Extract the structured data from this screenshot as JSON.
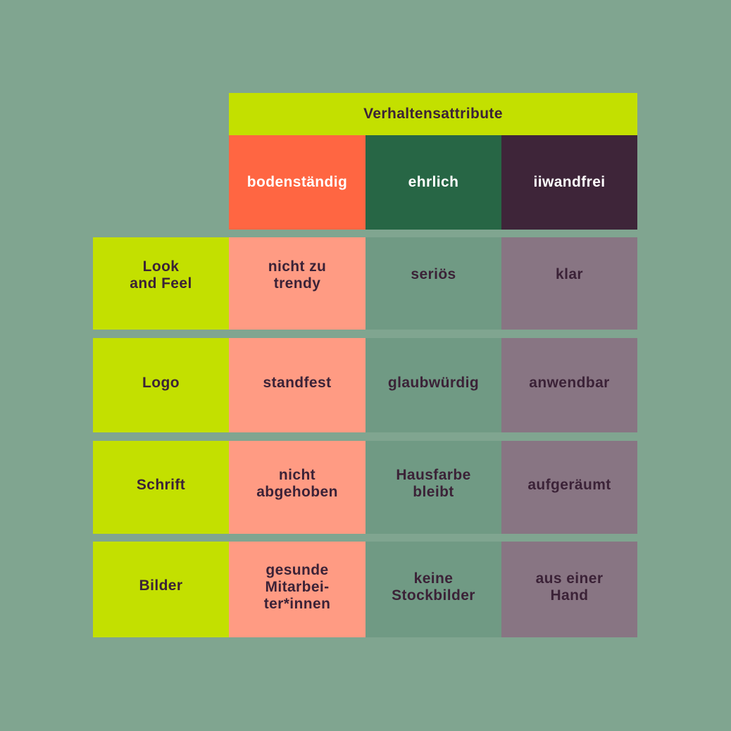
{
  "header": {
    "title": "Verhaltensattribute"
  },
  "columns": [
    {
      "label": "bodenständig",
      "color": "#ff6642"
    },
    {
      "label": "ehrlich",
      "color": "#276645"
    },
    {
      "label": "iiwandfrei",
      "color": "#3e2539"
    }
  ],
  "rows": [
    {
      "label": "Look\nand Feel",
      "cells": [
        "nicht zu\ntrendy",
        "seriös",
        "klar"
      ]
    },
    {
      "label": "Logo",
      "cells": [
        "standfest",
        "glaubwürdig",
        "anwendbar"
      ]
    },
    {
      "label": "Schrift",
      "cells": [
        "nicht\nabgehoben",
        "Hausfarbe\nbleibt",
        "aufgeräumt"
      ]
    },
    {
      "label": "Bilder",
      "cells": [
        "gesunde\nMitarbei-\nter*innen",
        "keine\nStockbilder",
        "aus einer\nHand"
      ]
    }
  ],
  "colors": {
    "background": "#80a590",
    "accent": "#c3e000",
    "text": "#3b2237",
    "cell_tints": [
      "#ff9b83",
      "#709a84",
      "#887583"
    ]
  }
}
